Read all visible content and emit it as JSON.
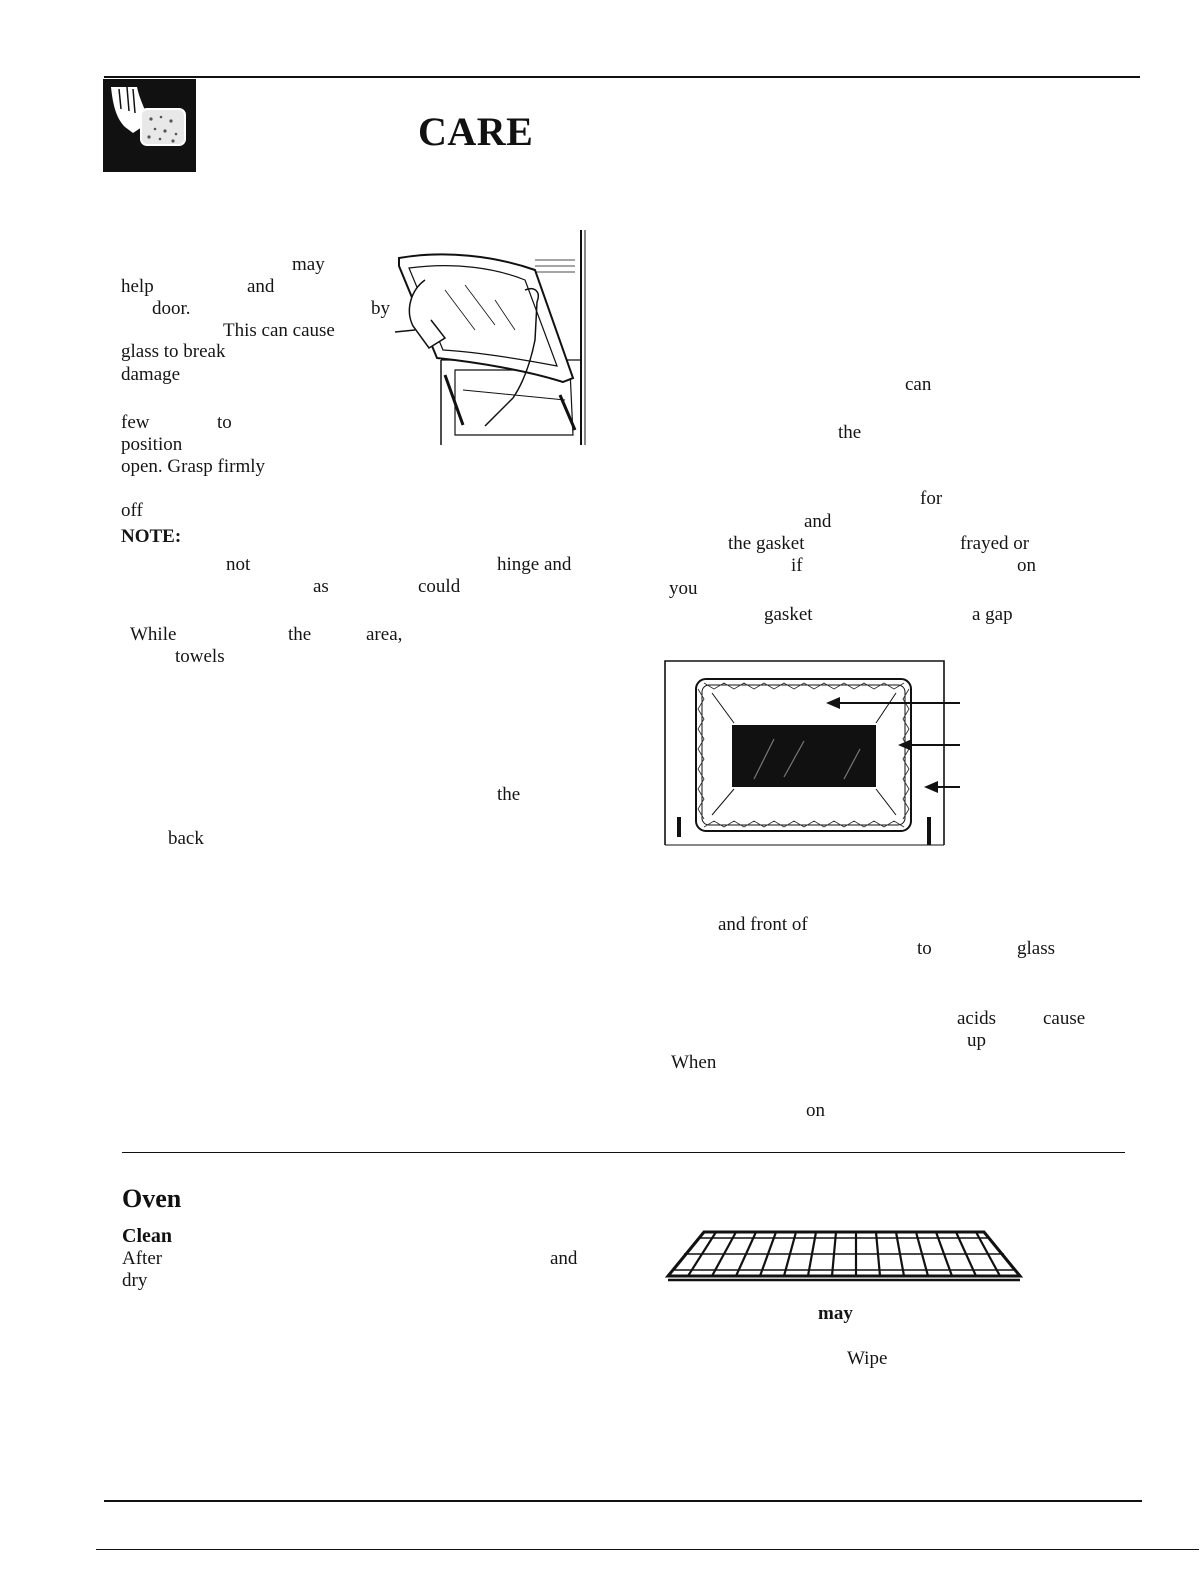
{
  "header": {
    "title": "CARE",
    "icon": "hand-holding-sponge-icon"
  },
  "door_section": {
    "words": [
      {
        "id": "w1",
        "text": "may"
      },
      {
        "id": "w2",
        "text": "help"
      },
      {
        "id": "w3",
        "text": "and"
      },
      {
        "id": "w4",
        "text": "door."
      },
      {
        "id": "w5",
        "text": "by"
      },
      {
        "id": "w6",
        "text": "This can cause"
      },
      {
        "id": "w7",
        "text": "glass to break"
      },
      {
        "id": "w8",
        "text": "damage"
      },
      {
        "id": "w9",
        "text": "few"
      },
      {
        "id": "w10",
        "text": "to"
      },
      {
        "id": "w11",
        "text": "position"
      },
      {
        "id": "w12",
        "text": "open. Grasp firmly"
      },
      {
        "id": "w13",
        "text": "off"
      },
      {
        "id": "w14",
        "text": "NOTE:"
      },
      {
        "id": "w15",
        "text": "not"
      },
      {
        "id": "w16",
        "text": "hinge and"
      },
      {
        "id": "w17",
        "text": "as"
      },
      {
        "id": "w18",
        "text": "could"
      },
      {
        "id": "w19",
        "text": "While"
      },
      {
        "id": "w20",
        "text": "the"
      },
      {
        "id": "w21",
        "text": "area,"
      },
      {
        "id": "w22",
        "text": "towels"
      },
      {
        "id": "w23",
        "text": "the"
      },
      {
        "id": "w24",
        "text": "back"
      }
    ]
  },
  "gasket_section": {
    "words": [
      {
        "id": "g1",
        "text": "can"
      },
      {
        "id": "g2",
        "text": "the"
      },
      {
        "id": "g3",
        "text": "for"
      },
      {
        "id": "g4",
        "text": "and"
      },
      {
        "id": "g5",
        "text": "the gasket"
      },
      {
        "id": "g6",
        "text": "frayed or"
      },
      {
        "id": "g7",
        "text": "if"
      },
      {
        "id": "g8",
        "text": "on"
      },
      {
        "id": "g9",
        "text": "you"
      },
      {
        "id": "g10",
        "text": "gasket"
      },
      {
        "id": "g11",
        "text": "a gap"
      },
      {
        "id": "g12",
        "text": "and front of"
      },
      {
        "id": "g13",
        "text": "to"
      },
      {
        "id": "g14",
        "text": "glass"
      },
      {
        "id": "g15",
        "text": "acids"
      },
      {
        "id": "g16",
        "text": "cause"
      },
      {
        "id": "g17",
        "text": "up"
      },
      {
        "id": "g18",
        "text": "When"
      },
      {
        "id": "g19",
        "text": "on"
      }
    ]
  },
  "racks_section": {
    "heading": "Oven",
    "subheading": "Clean",
    "words": [
      {
        "id": "r1",
        "text": "After"
      },
      {
        "id": "r2",
        "text": "and"
      },
      {
        "id": "r3",
        "text": "dry"
      },
      {
        "id": "r4",
        "text": "may"
      },
      {
        "id": "r5",
        "text": "Wipe"
      }
    ]
  },
  "figures": {
    "door_removal": "door-removal-illustration",
    "gasket_diagram": "oven-door-gasket-diagram",
    "rack": "oven-rack-illustration"
  }
}
